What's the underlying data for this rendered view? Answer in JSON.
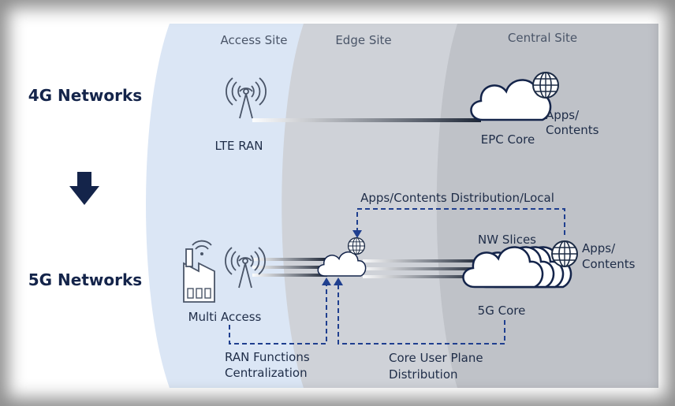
{
  "zones": {
    "access": "Access Site",
    "edge": "Edge Site",
    "central": "Central Site"
  },
  "rows": {
    "g4": "4G Networks",
    "g5": "5G Networks"
  },
  "labels": {
    "lte_ran": "LTE RAN",
    "epc_core": "EPC Core",
    "apps_contents_4g_line1": "Apps/",
    "apps_contents_4g_line2": "Contents",
    "distribution_local": "Apps/Contents Distribution/Local",
    "nw_slices": "NW Slices",
    "apps_contents_5g_line1": "Apps/",
    "apps_contents_5g_line2": "Contents",
    "multi_access": "Multi Access",
    "core_5g": "5G Core",
    "ran_func_line1": "RAN Functions",
    "ran_func_line2": "Centralization",
    "core_up_line1": "Core User Plane",
    "core_up_line2": "Distribution"
  },
  "colors": {
    "access_zone": "#dbe6f5",
    "edge_zone": "#cfd2d8",
    "central_zone": "#bfc2c8",
    "dark_navy": "#14244a",
    "dash_blue": "#1f3f8f"
  },
  "icons": [
    "antenna-icon",
    "globe-icon",
    "cloud-icon",
    "factory-icon",
    "down-arrow-icon",
    "wifi-icon"
  ]
}
